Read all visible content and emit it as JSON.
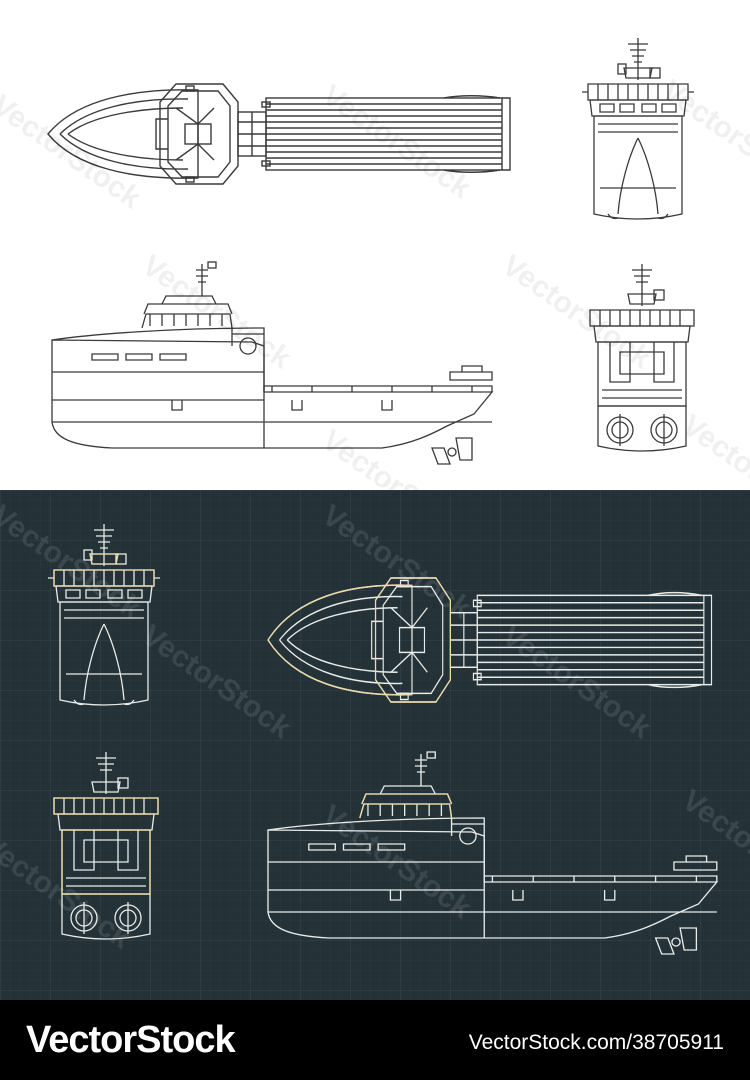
{
  "watermark": "VectorStock",
  "footer": {
    "brand": "VectorStock",
    "image_id": "VectorStock.com/38705911"
  },
  "colors": {
    "light_background": "#ffffff",
    "light_line": "#3a3a3a",
    "dark_background": "#243238",
    "dark_grid": "#33444b",
    "dark_line": "#e8ebe8",
    "dark_accent_line": "#ecd9a8",
    "footer_background": "#000000",
    "footer_text": "#ffffff"
  },
  "views": [
    {
      "panel": "light",
      "projection": "top-view",
      "icon": "ship-plan-view"
    },
    {
      "panel": "light",
      "projection": "front-view",
      "icon": "ship-bow-view"
    },
    {
      "panel": "light",
      "projection": "side-view",
      "icon": "ship-profile-view"
    },
    {
      "panel": "light",
      "projection": "rear-view",
      "icon": "ship-stern-view"
    },
    {
      "panel": "dark",
      "projection": "front-view",
      "icon": "ship-bow-view"
    },
    {
      "panel": "dark",
      "projection": "top-view",
      "icon": "ship-plan-view"
    },
    {
      "panel": "dark",
      "projection": "rear-view",
      "icon": "ship-stern-view"
    },
    {
      "panel": "dark",
      "projection": "side-view",
      "icon": "ship-profile-view"
    }
  ]
}
